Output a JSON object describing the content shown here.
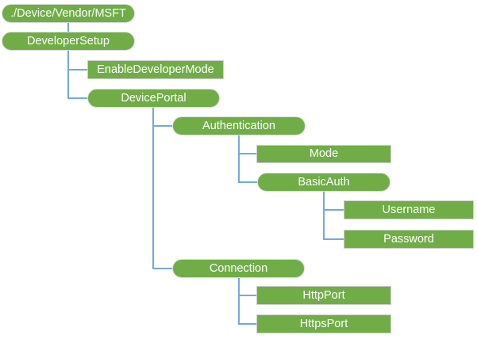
{
  "diagram": {
    "type": "tree",
    "background": "#ffffff",
    "colors": {
      "node_fill": "#70AD47",
      "node_text": "#ffffff",
      "rect_border": "#d0cece",
      "connector": "#74A9D8"
    },
    "nodes": [
      {
        "id": "root",
        "label": "./Device/Vendor/MSFT",
        "shape": "pill"
      },
      {
        "id": "developer-setup",
        "label": "DeveloperSetup",
        "shape": "pill"
      },
      {
        "id": "enable-developer-mode",
        "label": "EnableDeveloperMode",
        "shape": "rect"
      },
      {
        "id": "device-portal",
        "label": "DevicePortal",
        "shape": "pill"
      },
      {
        "id": "authentication",
        "label": "Authentication",
        "shape": "pill"
      },
      {
        "id": "mode",
        "label": "Mode",
        "shape": "rect"
      },
      {
        "id": "basic-auth",
        "label": "BasicAuth",
        "shape": "pill"
      },
      {
        "id": "username",
        "label": "Username",
        "shape": "rect"
      },
      {
        "id": "password",
        "label": "Password",
        "shape": "rect"
      },
      {
        "id": "connection",
        "label": "Connection",
        "shape": "pill"
      },
      {
        "id": "http-port",
        "label": "HttpPort",
        "shape": "rect"
      },
      {
        "id": "https-port",
        "label": "HttpsPort",
        "shape": "rect"
      }
    ],
    "edges": [
      {
        "from": "root",
        "to": "developer-setup"
      },
      {
        "from": "developer-setup",
        "to": "enable-developer-mode"
      },
      {
        "from": "developer-setup",
        "to": "device-portal"
      },
      {
        "from": "device-portal",
        "to": "authentication"
      },
      {
        "from": "device-portal",
        "to": "connection"
      },
      {
        "from": "authentication",
        "to": "mode"
      },
      {
        "from": "authentication",
        "to": "basic-auth"
      },
      {
        "from": "basic-auth",
        "to": "username"
      },
      {
        "from": "basic-auth",
        "to": "password"
      },
      {
        "from": "connection",
        "to": "http-port"
      },
      {
        "from": "connection",
        "to": "https-port"
      }
    ]
  }
}
